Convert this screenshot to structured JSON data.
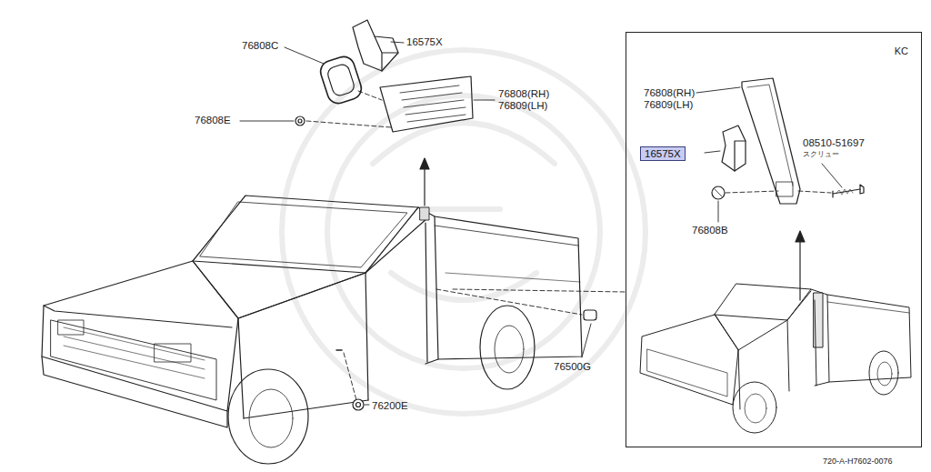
{
  "diagram": {
    "nodes": [
      {
        "text": [
          "KC"
        ]
      },
      {
        "text": [
          "16575X"
        ],
        "in": 0
      }
    ],
    "labels": [
      "76808C",
      "16575X",
      "76808E",
      "76808(RH)",
      "76809(LH)",
      "76808(RH)",
      "76809(LH)",
      "08510-51697",
      "スクリュー",
      "76808B",
      "76500G",
      "76200E",
      "720-A-H7602-0076"
    ]
  }
}
